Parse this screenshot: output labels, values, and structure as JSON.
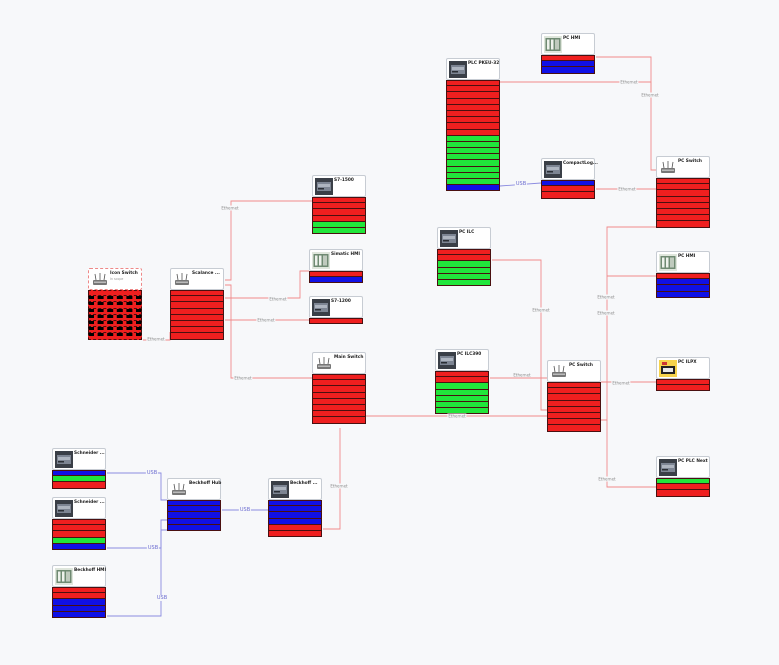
{
  "colors": {
    "ethernet_link": "#f08a8a",
    "usb_link": "#8b8be0",
    "port_red": "#ef1f1f",
    "port_green": "#21e63b",
    "port_blue": "#1010e6"
  },
  "link_labels": {
    "ethernet": "Ethernet",
    "usb": "USB"
  },
  "nodes": [
    {
      "id": "plc_pkeu32",
      "title": "PLC PKEU-32",
      "subtitle": "",
      "icon": "switch-icon",
      "ports": [
        "r",
        "r",
        "r",
        "r",
        "r",
        "r",
        "r",
        "r",
        "r",
        "g",
        "g",
        "g",
        "g",
        "g",
        "g",
        "g",
        "g",
        "b"
      ]
    },
    {
      "id": "pc_hmi",
      "title": "PC HMI",
      "subtitle": "",
      "icon": "hmi-panel-icon",
      "ports": [
        "r",
        "b",
        "b"
      ]
    },
    {
      "id": "pc_switch_top",
      "title": "PC Switch",
      "subtitle": "",
      "icon": "router-icon",
      "ports": [
        "r",
        "r",
        "r",
        "r",
        "r",
        "r",
        "r",
        "r"
      ]
    },
    {
      "id": "compactlogix",
      "title": "CompactLog...",
      "subtitle": "",
      "icon": "plc-icon",
      "ports": [
        "b",
        "r",
        "r"
      ]
    },
    {
      "id": "s7_1500",
      "title": "S7-1500",
      "subtitle": "",
      "icon": "plc-icon",
      "ports": [
        "r",
        "r",
        "r",
        "r",
        "g",
        "g"
      ]
    },
    {
      "id": "simatic_hmi",
      "title": "Simatic HMI",
      "subtitle": "",
      "icon": "hmi-panel-icon",
      "ports": [
        "r",
        "b"
      ]
    },
    {
      "id": "s7_1200",
      "title": "S7-1200",
      "subtitle": "",
      "icon": "plc-icon",
      "ports": [
        "r"
      ]
    },
    {
      "id": "icon_switch",
      "title": "Icon Switch",
      "subtitle": "In scope",
      "icon": "router-icon",
      "ports": [
        "r",
        "r",
        "r",
        "r",
        "r",
        "r",
        "r",
        "r"
      ]
    },
    {
      "id": "scalance",
      "title": "Scalance ...",
      "subtitle": "",
      "icon": "router-icon",
      "ports": [
        "r",
        "r",
        "r",
        "r",
        "r",
        "r",
        "r",
        "r"
      ]
    },
    {
      "id": "pc_ilc",
      "title": "PC ILC",
      "subtitle": "",
      "icon": "plc-icon",
      "ports": [
        "r",
        "r",
        "g",
        "g",
        "g",
        "g"
      ]
    },
    {
      "id": "pc_hmi_right",
      "title": "PC HMI",
      "subtitle": "",
      "icon": "hmi-panel-icon",
      "ports": [
        "r",
        "b",
        "b",
        "b"
      ]
    },
    {
      "id": "pc_ilc390",
      "title": "PC ILC390",
      "subtitle": "",
      "icon": "plc-icon",
      "ports": [
        "r",
        "r",
        "g",
        "g",
        "g",
        "g",
        "g"
      ]
    },
    {
      "id": "pc_switch_mid",
      "title": "PC Switch",
      "subtitle": "",
      "icon": "router-icon",
      "ports": [
        "r",
        "r",
        "r",
        "r",
        "r",
        "r",
        "r",
        "r"
      ]
    },
    {
      "id": "pc_ilpx",
      "title": "PC ILPX",
      "subtitle": "",
      "icon": "controller-icon",
      "ports": [
        "r",
        "r"
      ]
    },
    {
      "id": "main_switch",
      "title": "Main Switch",
      "subtitle": "",
      "icon": "router-icon",
      "ports": [
        "r",
        "r",
        "r",
        "r",
        "r",
        "r",
        "r",
        "r"
      ]
    },
    {
      "id": "pc_plc_next",
      "title": "PC PLC Next",
      "subtitle": "",
      "icon": "plc-icon",
      "ports": [
        "g",
        "r",
        "r"
      ]
    },
    {
      "id": "schneider_1",
      "title": "Schneider ...",
      "subtitle": "",
      "icon": "plc-icon",
      "ports": [
        "b",
        "g",
        "r"
      ]
    },
    {
      "id": "schneider_2",
      "title": "Schneider ...",
      "subtitle": "",
      "icon": "plc-icon",
      "ports": [
        "r",
        "r",
        "r",
        "g",
        "b"
      ]
    },
    {
      "id": "beckhoff_hub",
      "title": "Beckhoff Hub",
      "subtitle": "",
      "icon": "router-icon",
      "ports": [
        "b",
        "b",
        "b",
        "b",
        "b"
      ]
    },
    {
      "id": "beckhoff_plc",
      "title": "Beckhoff ...",
      "subtitle": "",
      "icon": "plc-icon",
      "ports": [
        "b",
        "b",
        "b",
        "b",
        "r",
        "r"
      ]
    },
    {
      "id": "beckhoff_hmi",
      "title": "Beckhoff HMI",
      "subtitle": "",
      "icon": "hmi-panel-icon",
      "ports": [
        "r",
        "r",
        "b",
        "b",
        "b"
      ]
    }
  ]
}
